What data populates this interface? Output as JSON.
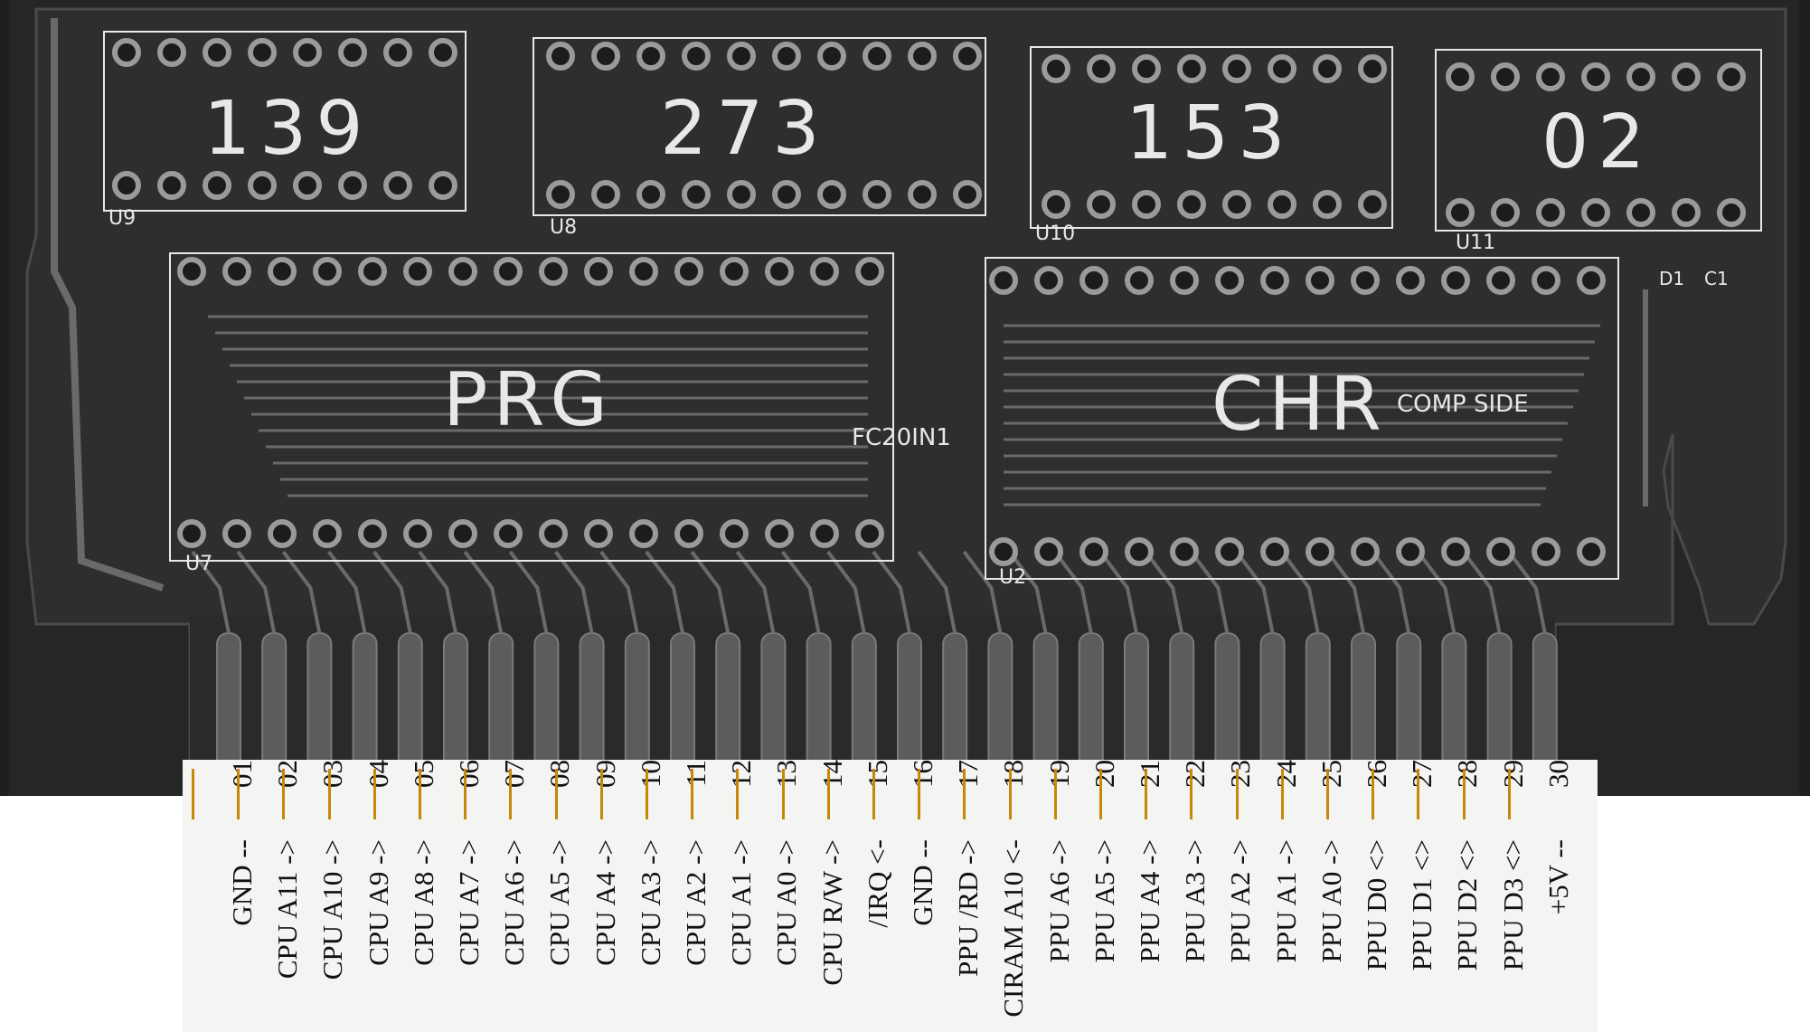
{
  "chips": [
    {
      "label": "139",
      "ref": "U9"
    },
    {
      "label": "273",
      "ref": "U8"
    },
    {
      "label": "153",
      "ref": "U10"
    },
    {
      "label": "02",
      "ref": "U11"
    },
    {
      "label": "PRG",
      "ref": "U7"
    },
    {
      "label": "CHR",
      "ref": "U2"
    }
  ],
  "silkscreen": {
    "comp_side": "COMP SIDE",
    "board_id": "FC20IN1",
    "d1": "D1",
    "c1": "C1"
  },
  "pins": [
    {
      "num": "01",
      "name": "GND --"
    },
    {
      "num": "02",
      "name": "CPU A11 ->"
    },
    {
      "num": "03",
      "name": "CPU A10 ->"
    },
    {
      "num": "04",
      "name": "CPU A9 ->"
    },
    {
      "num": "05",
      "name": "CPU A8 ->"
    },
    {
      "num": "06",
      "name": "CPU A7 ->"
    },
    {
      "num": "07",
      "name": "CPU A6 ->"
    },
    {
      "num": "08",
      "name": "CPU A5 ->"
    },
    {
      "num": "09",
      "name": "CPU A4 ->"
    },
    {
      "num": "10",
      "name": "CPU A3 ->"
    },
    {
      "num": "11",
      "name": "CPU A2 ->"
    },
    {
      "num": "12",
      "name": "CPU A1 ->"
    },
    {
      "num": "13",
      "name": "CPU A0 ->"
    },
    {
      "num": "14",
      "name": "CPU R/W ->"
    },
    {
      "num": "15",
      "name": "/IRQ <-"
    },
    {
      "num": "16",
      "name": "GND --"
    },
    {
      "num": "17",
      "name": "PPU /RD ->"
    },
    {
      "num": "18",
      "name": "CIRAM A10 <-"
    },
    {
      "num": "19",
      "name": "PPU A6 ->"
    },
    {
      "num": "20",
      "name": "PPU A5 ->"
    },
    {
      "num": "21",
      "name": "PPU A4 ->"
    },
    {
      "num": "22",
      "name": "PPU A3 ->"
    },
    {
      "num": "23",
      "name": "PPU A2 ->"
    },
    {
      "num": "24",
      "name": "PPU A1 ->"
    },
    {
      "num": "25",
      "name": "PPU A0 ->"
    },
    {
      "num": "26",
      "name": "PPU D0 <>"
    },
    {
      "num": "27",
      "name": "PPU D1 <>"
    },
    {
      "num": "28",
      "name": "PPU D2 <>"
    },
    {
      "num": "29",
      "name": "PPU D3 <>"
    },
    {
      "num": "30",
      "name": "+5V --"
    }
  ],
  "colors": {
    "board": "#2c2c2c",
    "board_edge": "#3a3a3a",
    "background": "#1a1a1a",
    "silk": "#e8e8e8",
    "trace": "#6a6a6a",
    "pad": "#9a9a9a",
    "label_bar": "#c8860a"
  }
}
